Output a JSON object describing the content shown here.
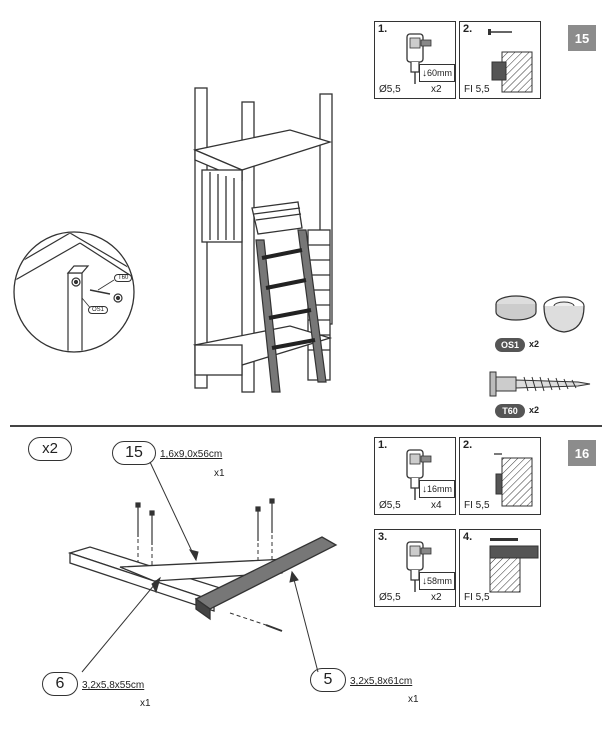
{
  "step15": {
    "badge": "15",
    "panel1": {
      "num": "1.",
      "bit": "Ø5,5",
      "depth": "60mm",
      "qty": "x2"
    },
    "panel2": {
      "num": "2.",
      "label": "FI 5,5"
    },
    "detail_tags": {
      "t60": "T60",
      "os1": "OS1"
    },
    "parts": [
      {
        "code": "OS1",
        "qty": "x2"
      },
      {
        "code": "T60",
        "qty": "x2"
      }
    ]
  },
  "step16": {
    "badge": "16",
    "multiplier": "x2",
    "panels": [
      {
        "num": "1.",
        "bit": "Ø5,5",
        "depth": "16mm",
        "qty": "x4"
      },
      {
        "num": "2.",
        "label": "FI 5,5"
      },
      {
        "num": "3.",
        "bit": "Ø5,5",
        "depth": "58mm",
        "qty": "x2"
      },
      {
        "num": "4.",
        "label": "FI 5,5"
      }
    ],
    "pieces": [
      {
        "num": "15",
        "dims": "1,6x9,0x56cm",
        "qty": "x1"
      },
      {
        "num": "6",
        "dims": "3,2x5,8x55cm",
        "qty": "x1"
      },
      {
        "num": "5",
        "dims": "3,2x5,8x61cm",
        "qty": "x1"
      }
    ]
  }
}
